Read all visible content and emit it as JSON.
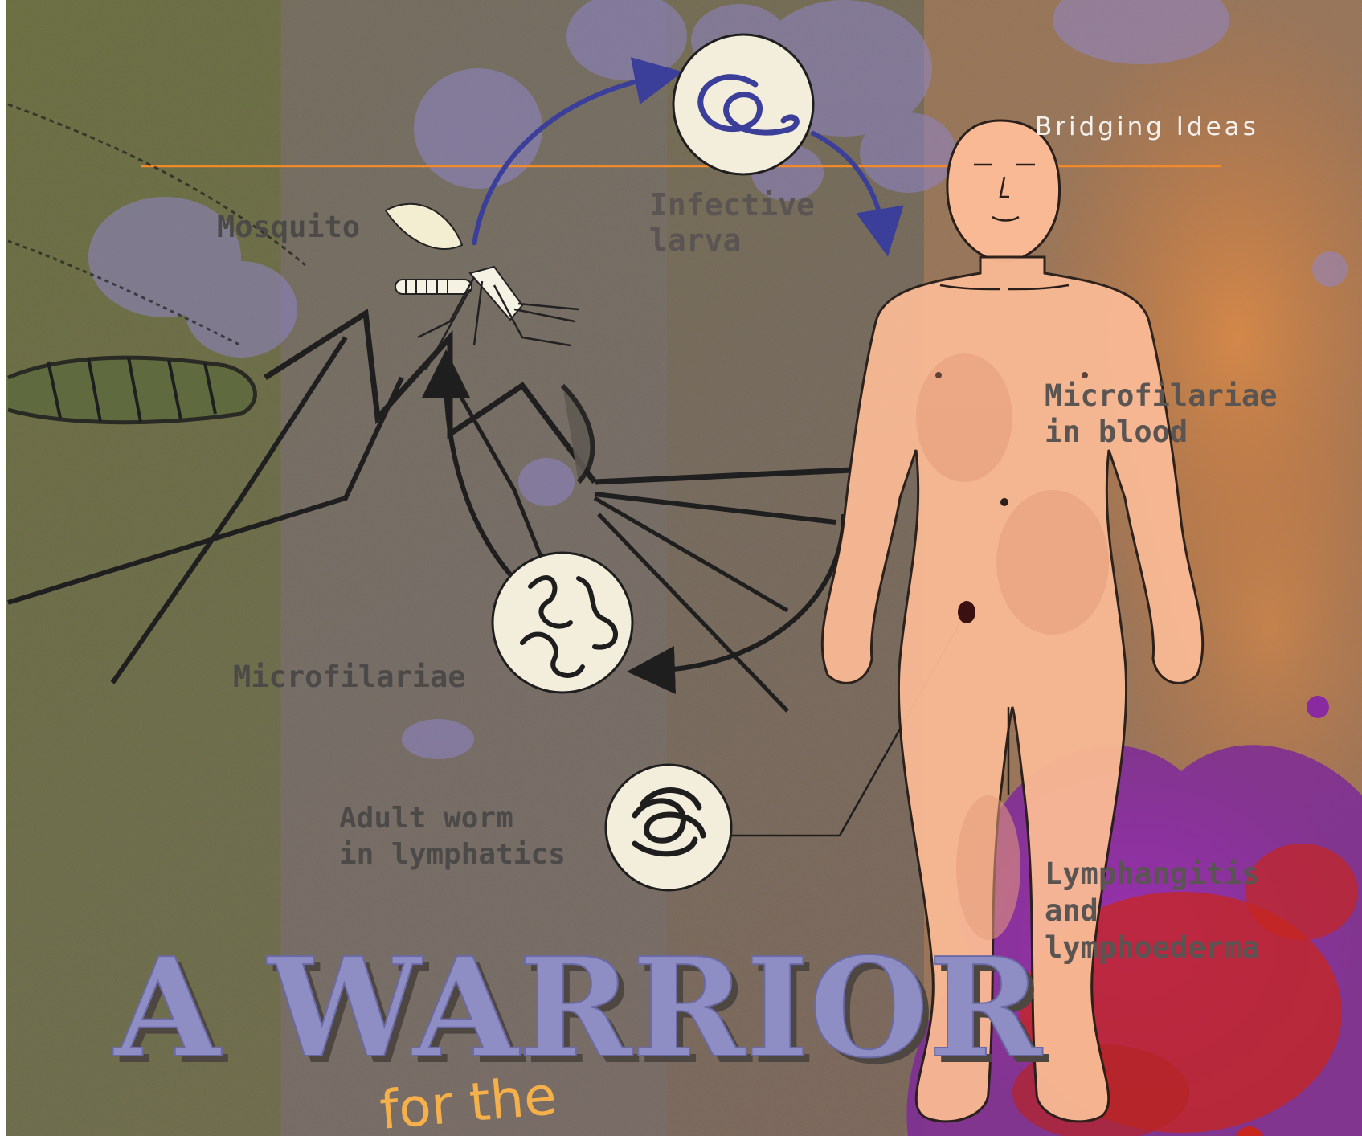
{
  "header": {
    "section_title": "Bridging Ideas"
  },
  "diagram": {
    "labels": {
      "mosquito": "Mosquito",
      "infective_larva": [
        "Infective",
        "larva"
      ],
      "microfilariae": "Microfilariae",
      "adult_worm": [
        "Adult worm",
        "in lymphatics"
      ],
      "microfilariae_in_blood": [
        "Microfilariae",
        "in blood"
      ],
      "lymphangitis": [
        "Lymphangitis",
        "and",
        "lymphoederma"
      ]
    }
  },
  "title": {
    "main": "A WARRIOR",
    "connector": "for the"
  },
  "colors": {
    "accent_rule": "#f08a2a",
    "title_fill": "#8f8ec4",
    "title_shadow": "#4e4640",
    "connector_text": "#f5b04a",
    "arrow_blue": "#3b3f9a",
    "skin": "#f8b994",
    "splash_purple": "#8a2aa0",
    "splash_red": "#c8251e"
  },
  "icons": [
    "mosquito-illustration",
    "human-figure",
    "larva-coil-icon",
    "microfilariae-icon",
    "adult-worm-icon"
  ]
}
